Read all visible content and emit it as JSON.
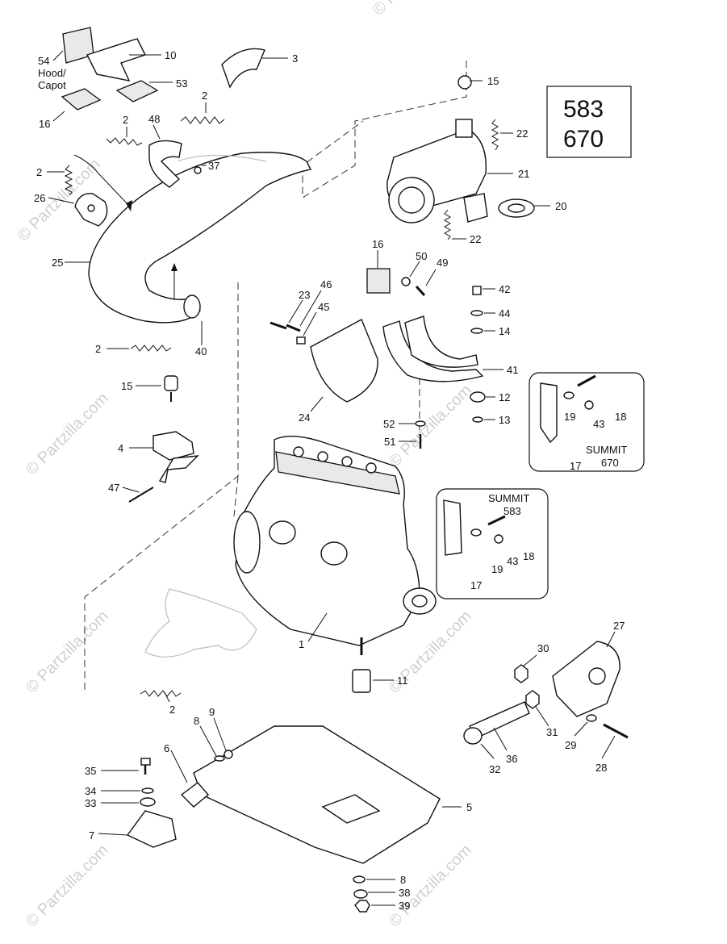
{
  "watermark": {
    "text": "© Partzilla.com"
  },
  "model_box": {
    "line1": "583",
    "line2": "670"
  },
  "inset_670": {
    "title": "SUMMIT",
    "subtitle": "670",
    "callouts": [
      "17",
      "19",
      "43",
      "18"
    ]
  },
  "inset_583": {
    "title": "SUMMIT",
    "subtitle": "583",
    "callouts": [
      "17",
      "19",
      "43",
      "18"
    ]
  },
  "hood_label": {
    "line1": "54",
    "line2": "Hood/",
    "line3": "Capot"
  },
  "callouts": [
    "10",
    "3",
    "53",
    "16",
    "2",
    "48",
    "2",
    "37",
    "2",
    "26",
    "25",
    "15",
    "22",
    "21",
    "20",
    "22",
    "16",
    "50",
    "49",
    "23",
    "46",
    "45",
    "42",
    "44",
    "14",
    "2",
    "40",
    "15",
    "41",
    "12",
    "24",
    "52",
    "13",
    "51",
    "4",
    "47",
    "1",
    "11",
    "27",
    "30",
    "2",
    "9",
    "8",
    "31",
    "6",
    "35",
    "34",
    "33",
    "29",
    "28",
    "32",
    "36",
    "5",
    "7",
    "8",
    "38",
    "39"
  ]
}
